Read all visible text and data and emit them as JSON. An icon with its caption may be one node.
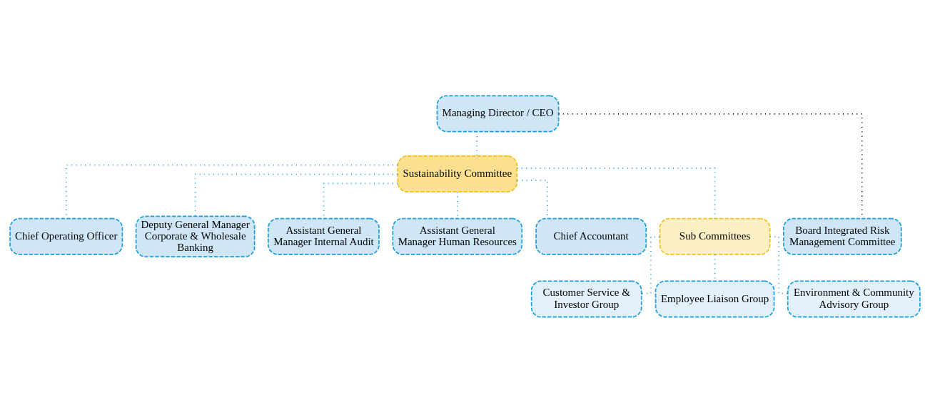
{
  "diagram": {
    "nodes": [
      {
        "text": [
          "Managing Director / CEO"
        ]
      },
      {
        "text": [
          "Sustainability Committee"
        ]
      },
      {
        "text": [
          "Chief Operating Officer"
        ]
      },
      {
        "text": [
          "Deputy General Manager Corporate & Wholesale Banking"
        ]
      },
      {
        "text": [
          "Assistant General Manager Internal Audit"
        ]
      },
      {
        "text": [
          "Assistant General Manager Human Resources"
        ]
      },
      {
        "text": [
          "Chief Accountant"
        ]
      },
      {
        "text": [
          "Board Integrated Risk Management Committee"
        ]
      },
      {
        "text": [
          "Sub Committees"
        ]
      },
      {
        "text": [
          "Customer Service & Investor Group"
        ]
      },
      {
        "text": [
          "Employee Liaison Group"
        ]
      },
      {
        "text": [
          "Environment & Community Advisory Group"
        ]
      }
    ],
    "edges": [
      {
        "from": 0,
        "to": 1,
        "arrow": "none"
      },
      {
        "from": 0,
        "to": 7,
        "arrow": "none",
        "color": "#000000"
      },
      {
        "from": 1,
        "to": 2,
        "arrow": "none"
      },
      {
        "from": 1,
        "to": 3,
        "arrow": "none"
      },
      {
        "from": 1,
        "to": 4,
        "arrow": "none"
      },
      {
        "from": 1,
        "to": 5,
        "arrow": "none"
      },
      {
        "from": 1,
        "to": 6,
        "arrow": "none"
      },
      {
        "from": 1,
        "to": 8,
        "arrow": "none"
      },
      {
        "from": 8,
        "to": 9,
        "arrow": "none"
      },
      {
        "from": 8,
        "to": 10,
        "arrow": "none"
      },
      {
        "from": 8,
        "to": 11,
        "arrow": "none"
      }
    ]
  }
}
